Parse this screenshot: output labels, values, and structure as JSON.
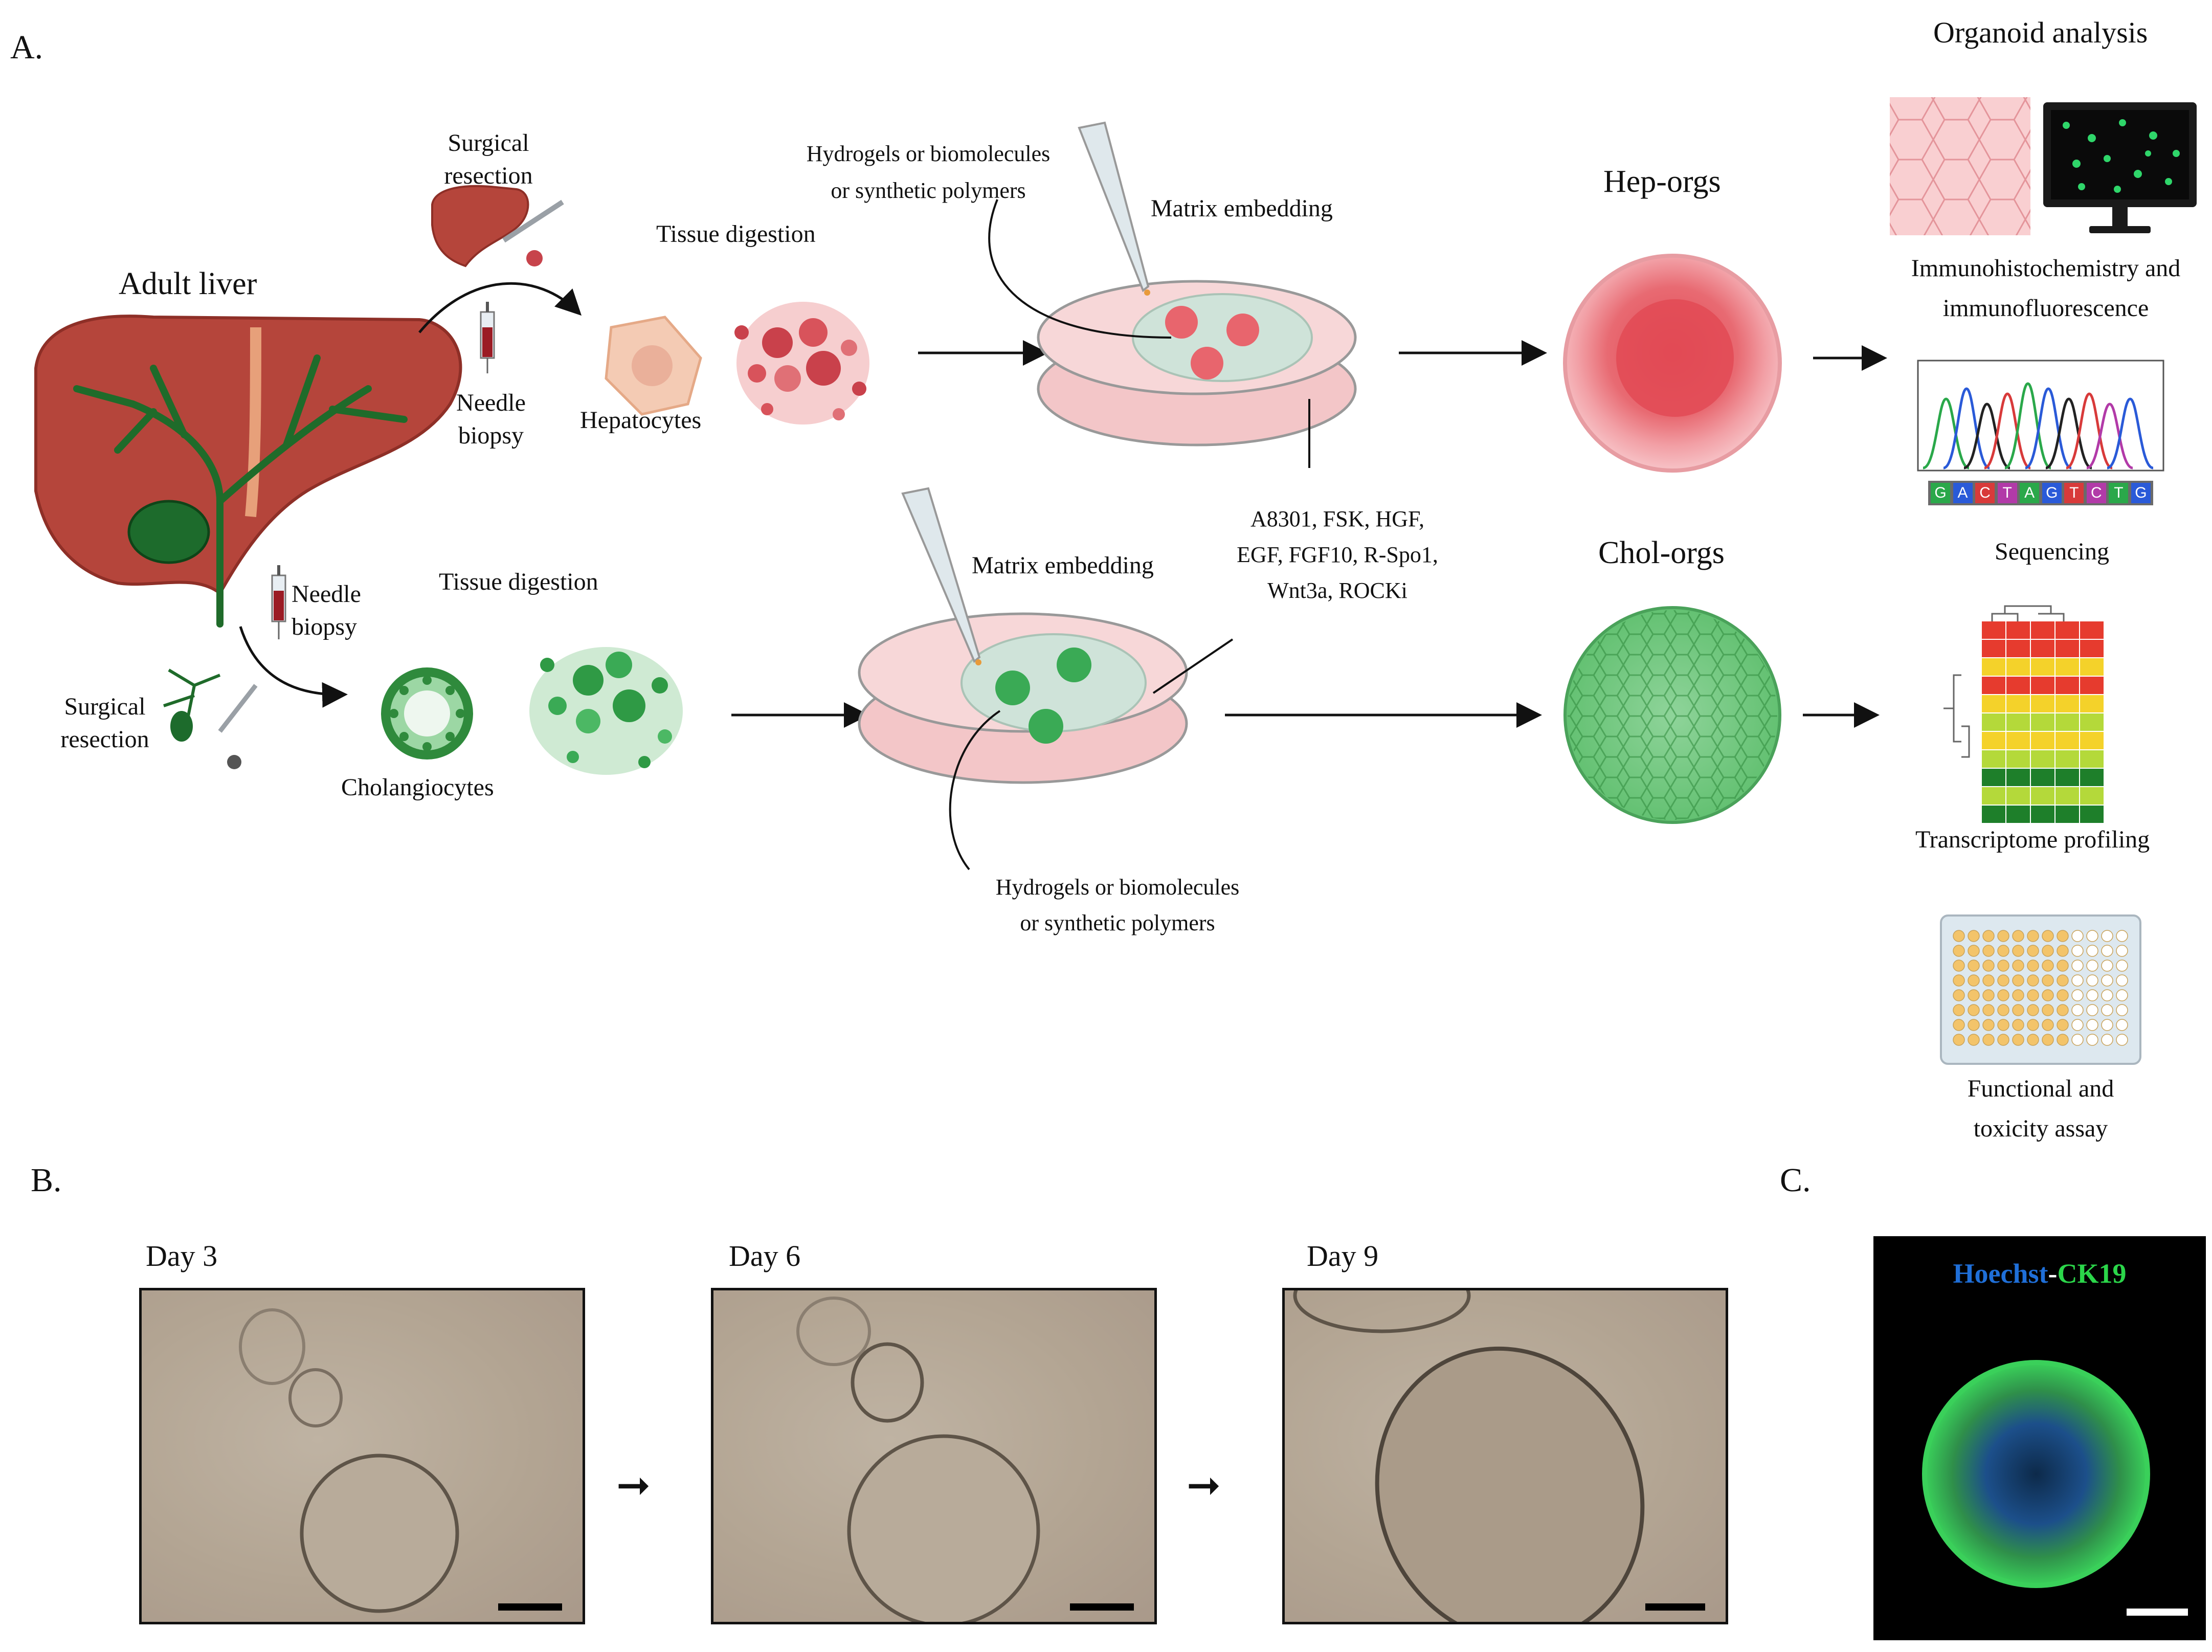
{
  "panel_a": {
    "label": "A.",
    "adult_liver": "Adult liver",
    "surgical_resection_top": [
      "Surgical",
      "resection"
    ],
    "needle_biopsy_top": [
      "Needle",
      "biopsy"
    ],
    "tissue_digestion_top": "Tissue digestion",
    "hepatocytes": "Hepatocytes",
    "hydrogels_top": [
      "Hydrogels or biomolecules",
      "or synthetic polymers"
    ],
    "matrix_embedding_top": "Matrix embedding",
    "hep_orgs": "Hep-orgs",
    "needle_biopsy_bottom": [
      "Needle",
      "biopsy"
    ],
    "surgical_resection_bottom": [
      "Surgical",
      "resection"
    ],
    "tissue_digestion_bottom": "Tissue digestion",
    "cholangiocytes": "Cholangiocytes",
    "matrix_embedding_bottom": "Matrix embedding",
    "hydrogels_bottom": [
      "Hydrogels or biomolecules",
      "or synthetic polymers"
    ],
    "media_factors": [
      "A8301, FSK, HGF,",
      "EGF, FGF10, R-Spo1,",
      "Wnt3a, ROCKi"
    ],
    "chol_orgs": "Chol-orgs",
    "organoid_analysis": "Organoid analysis",
    "ihc": [
      "Immunohistochemistry and",
      "immunofluorescence"
    ],
    "sequencing": "Sequencing",
    "sequence_letters": [
      "G",
      "A",
      "C",
      "T",
      "A",
      "G",
      "T",
      "C",
      "T",
      "G"
    ],
    "transcriptome": "Transcriptome profiling",
    "functional": [
      "Functional and",
      "toxicity assay"
    ]
  },
  "panel_b": {
    "label": "B.",
    "days": [
      "Day 3",
      "Day 6",
      "Day 9"
    ]
  },
  "panel_c": {
    "label": "C.",
    "stain_1": "Hoechst",
    "stain_sep": "-",
    "stain_2": "CK19"
  },
  "colors": {
    "liver": "#b5453b",
    "bile_duct": "#1f6b2a",
    "hepatocyte_pink": "#e8737a",
    "cholangiocyte_green": "#3fa852",
    "hoechst_blue": "#1f6fd8",
    "ck19_green": "#2bd64a"
  }
}
